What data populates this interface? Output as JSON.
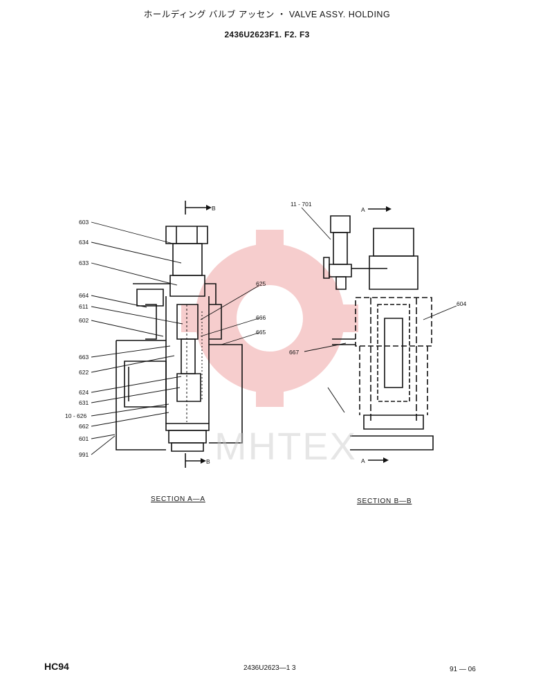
{
  "header": {
    "title": "ホールディング バルブ アッセン ・ VALVE ASSY. HOLDING",
    "part_number": "2436U2623F1. F2. F3"
  },
  "sections": {
    "a_label": "SECTION A—A",
    "b_label": "SECTION B—B",
    "cut_arrow_b_top": "B",
    "cut_arrow_b_bottom": "B",
    "cut_arrow_a_top": "A",
    "cut_arrow_a_bottom": "A"
  },
  "callouts_a": {
    "c603": "603",
    "c634": "634",
    "c633": "633",
    "c664": "664",
    "c611": "611",
    "c602": "602",
    "c663": "663",
    "c622": "622",
    "c624": "624",
    "c631": "631",
    "c626": "10 - 626",
    "c662": "662",
    "c601": "601",
    "c991": "991",
    "c625": "625",
    "c666": "666",
    "c665": "665"
  },
  "callouts_b": {
    "c701": "11 - 701",
    "c604": "604",
    "c667": "667"
  },
  "watermark": {
    "text": "MHTEX",
    "color": "#e05050"
  },
  "footer": {
    "left": "HC94",
    "middle": "2436U2623—1 3",
    "right": "91 — 06"
  }
}
